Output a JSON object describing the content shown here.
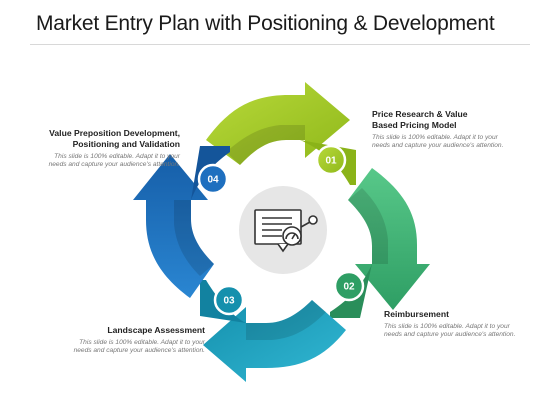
{
  "title": "Market Entry Plan with Positioning & Development",
  "colors": {
    "step1": "#9cc424",
    "step2": "#3fb37a",
    "step3": "#1fa5c4",
    "step4": "#1e6fbf",
    "center_circle": "#e6e6e6"
  },
  "steps": [
    {
      "number": "01",
      "heading_lines": [
        "Price Research &  Value",
        "Based Pricing Model"
      ],
      "desc_lines": [
        "This slide is 100% editable. Adapt it to your",
        "needs and capture your audience's attention."
      ]
    },
    {
      "number": "02",
      "heading_lines": [
        "Reimbursement"
      ],
      "desc_lines": [
        "This slide is 100% editable. Adapt it to your",
        "needs and capture your audience's attention."
      ]
    },
    {
      "number": "03",
      "heading_lines": [
        "Landscape Assessment"
      ],
      "desc_lines": [
        "This slide is 100% editable. Adapt it to your",
        "needs and capture your audience's attention."
      ]
    },
    {
      "number": "04",
      "heading_lines": [
        "Value Preposition Development,",
        "Positioning and Validation"
      ],
      "desc_lines": [
        "This slide is 100% editable. Adapt it to your",
        "needs and capture your audience's attention."
      ]
    }
  ],
  "center_icon": "presentation-board-with-gauge-icon"
}
